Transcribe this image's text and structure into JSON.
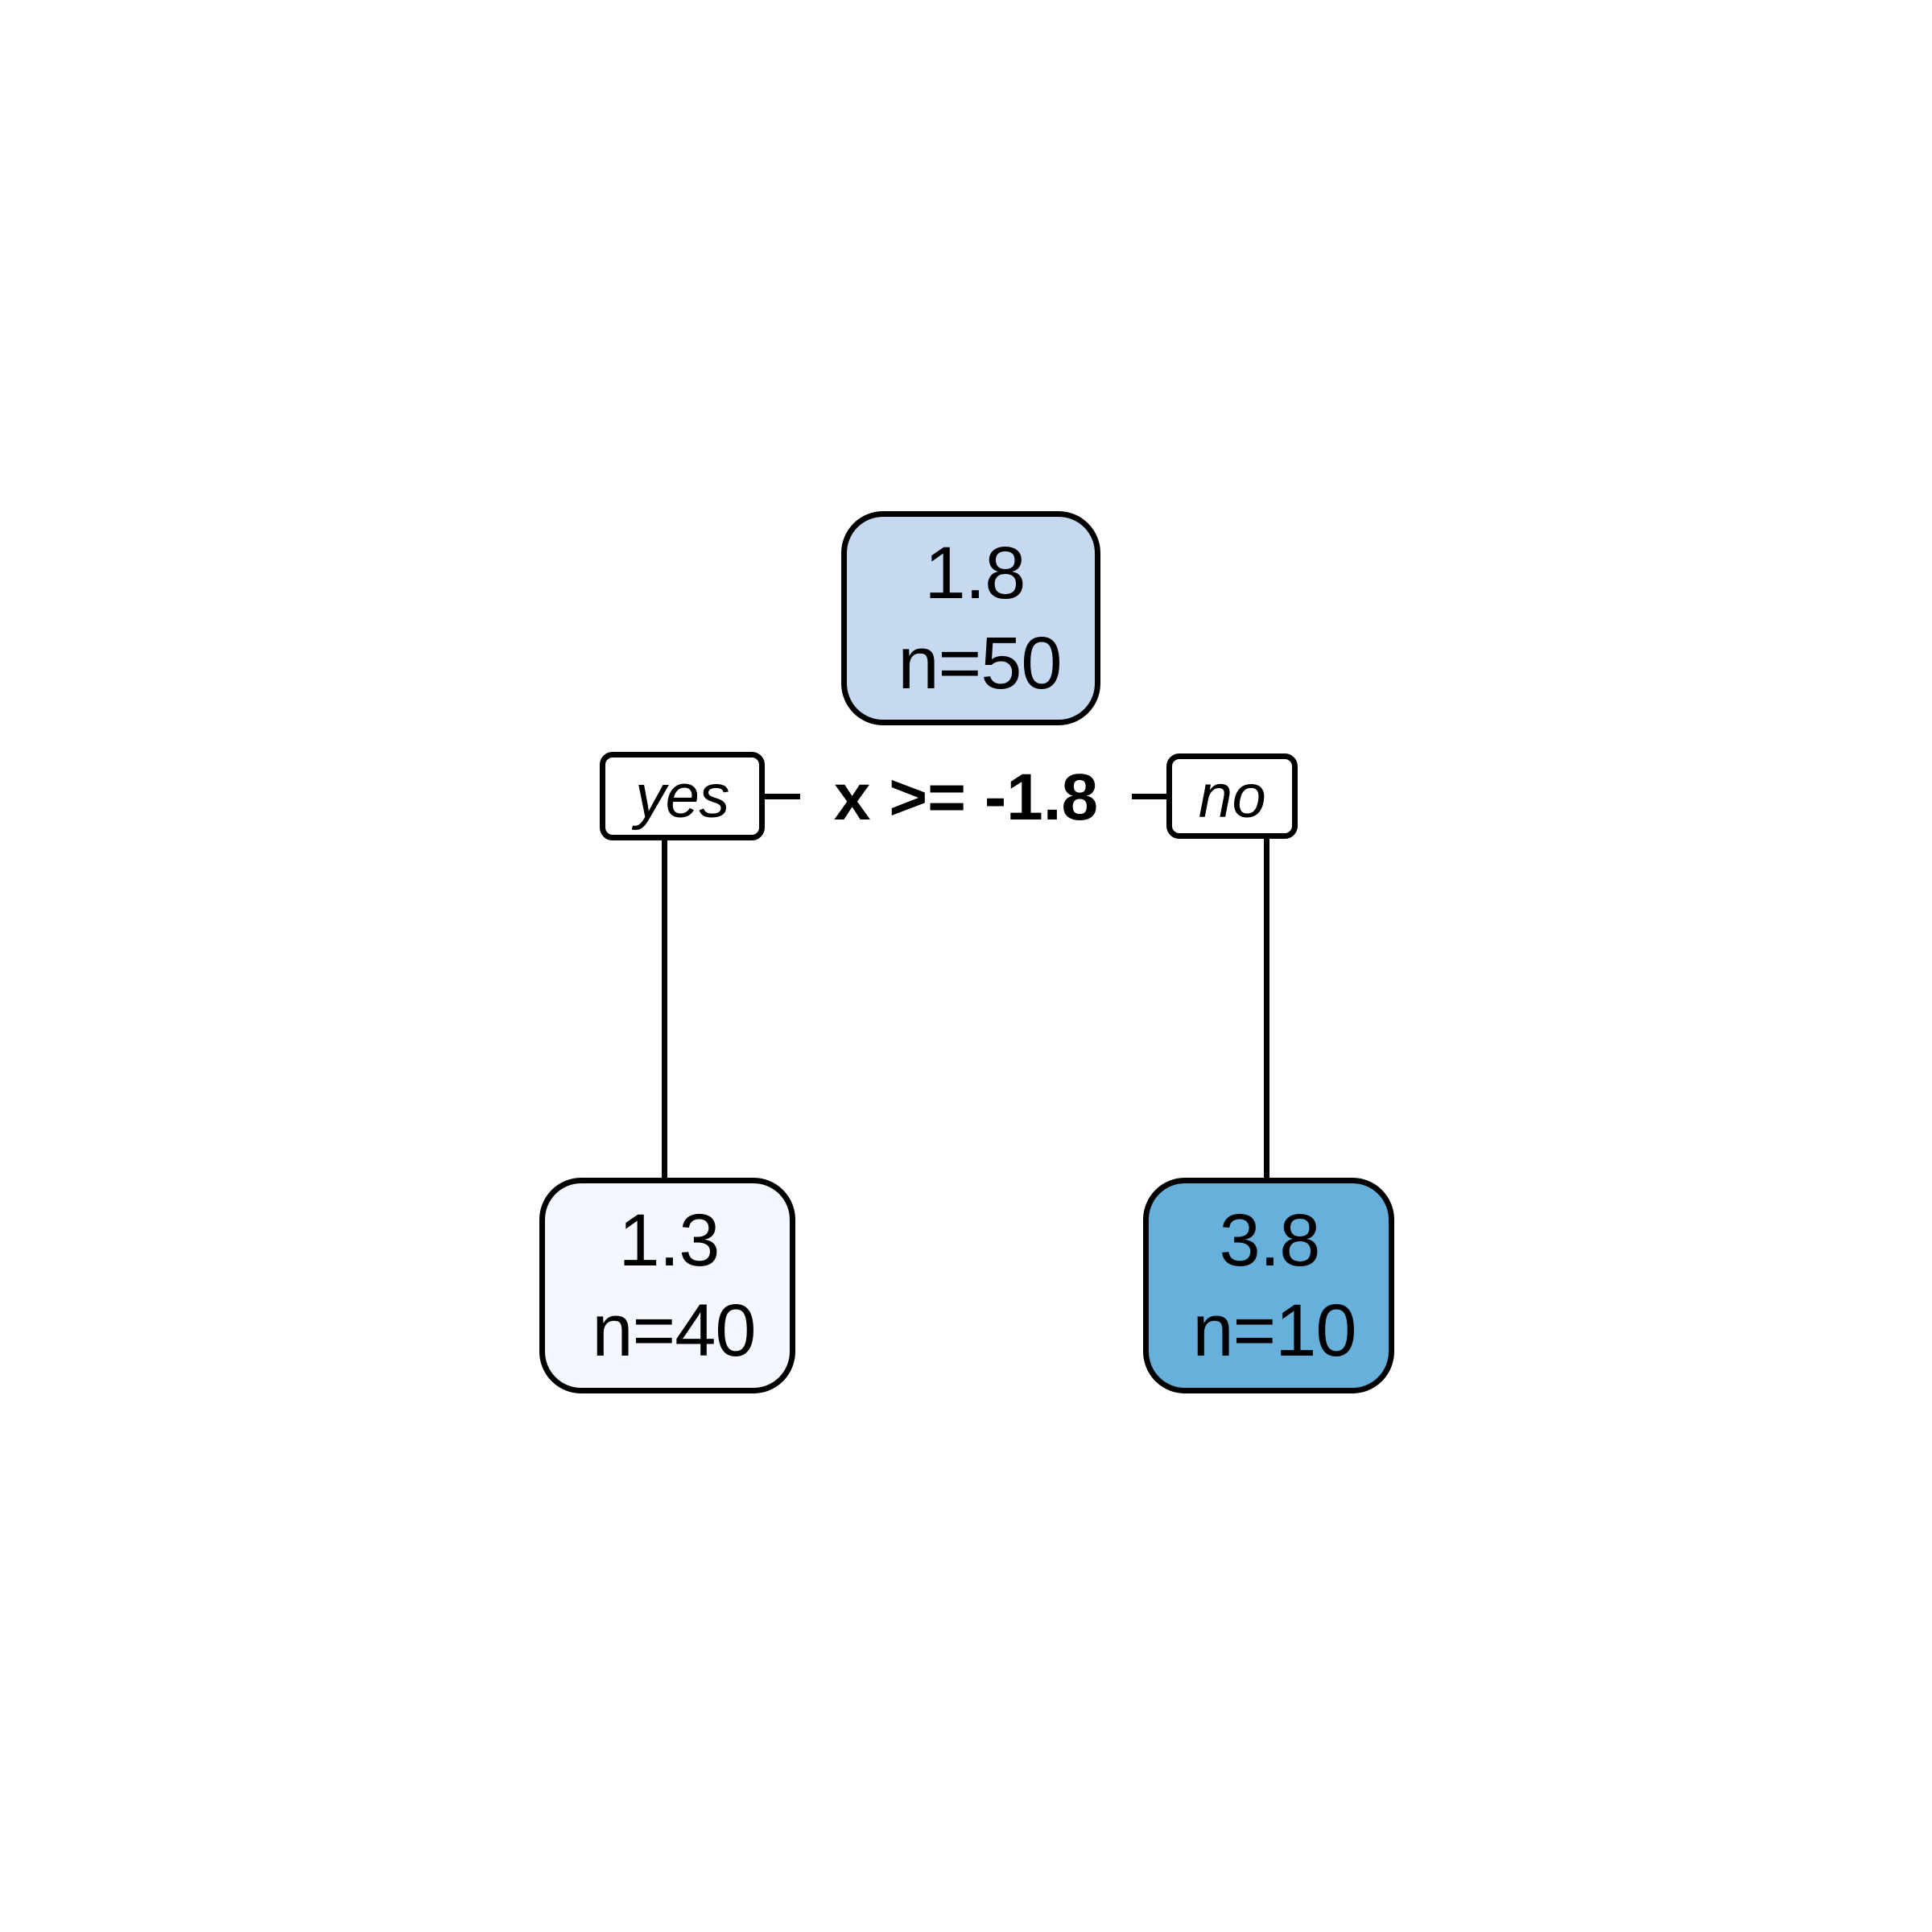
{
  "diagram": {
    "type": "decision-tree",
    "background_color": "#ffffff",
    "stroke_color": "#000000"
  },
  "chart_data": {
    "type": "table",
    "title": "",
    "nodes": [
      {
        "id": "root",
        "role": "root",
        "value": "1.8",
        "count_label": "n=50",
        "n": 50,
        "prediction": 1.8,
        "fill": "#c6d9f0"
      },
      {
        "id": "leaf-left",
        "role": "leaf",
        "value": "1.3",
        "count_label": "n=40",
        "n": 40,
        "prediction": 1.3,
        "fill": "#f4f8fe",
        "branch": "yes"
      },
      {
        "id": "leaf-right",
        "role": "leaf",
        "value": "3.8",
        "count_label": "n=10",
        "n": 10,
        "prediction": 3.8,
        "fill": "#66b0db",
        "branch": "no"
      }
    ],
    "splits": [
      {
        "parent": "root",
        "condition": "x >= -1.8",
        "variable": "x",
        "operator": ">=",
        "threshold": -1.8,
        "yes_label": "yes",
        "yes_child": "leaf-left",
        "no_label": "no",
        "no_child": "leaf-right"
      }
    ]
  },
  "root_node": {
    "value": "1.8",
    "count": "n=50"
  },
  "split": {
    "yes_label": "yes",
    "condition": "x >= -1.8",
    "no_label": "no"
  },
  "left_leaf": {
    "value": "1.3",
    "count": "n=40"
  },
  "right_leaf": {
    "value": "3.8",
    "count": "n=10"
  }
}
